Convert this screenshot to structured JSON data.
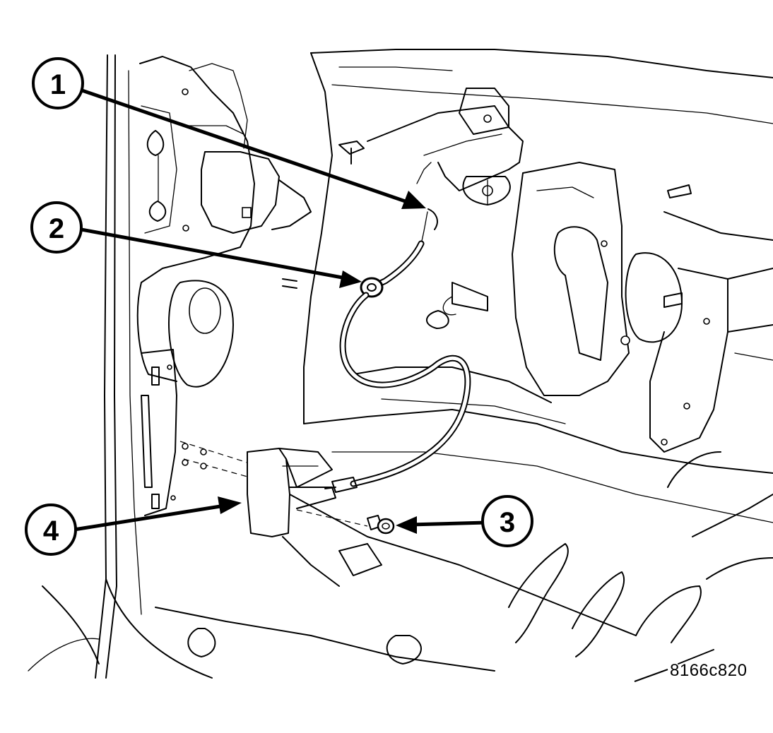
{
  "callouts": [
    {
      "id": "1",
      "label": "1"
    },
    {
      "id": "2",
      "label": "2"
    },
    {
      "id": "3",
      "label": "3"
    },
    {
      "id": "4",
      "label": "4"
    }
  ],
  "figure_id": "8166c820",
  "colors": {
    "ink": "#000000",
    "paper": "#ffffff"
  }
}
